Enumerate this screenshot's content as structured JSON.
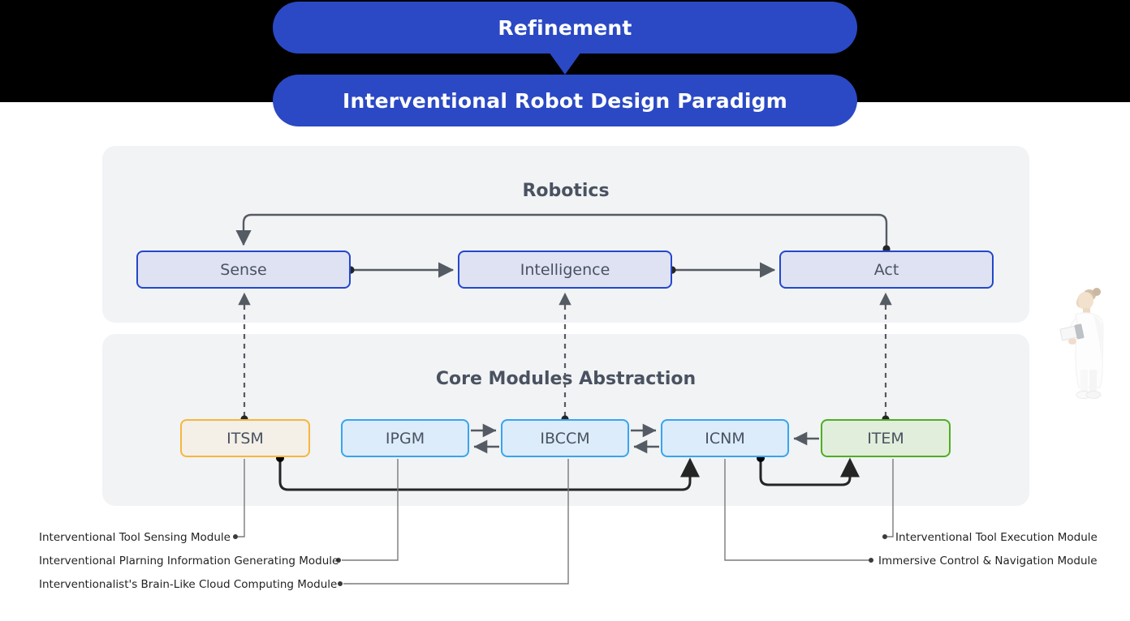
{
  "header": {
    "refinement_label": "Refinement",
    "paradigm_label": "Interventional Robot Design Paradigm",
    "pill_color": "#2b49c4",
    "band_color": "#000000"
  },
  "sections": [
    {
      "id": "robotics",
      "title": "Robotics",
      "panel_color": "#f1f3f5"
    },
    {
      "id": "core",
      "title": "Core Modules Abstraction",
      "panel_color": "#f1f3f5"
    }
  ],
  "robotics": {
    "title": "Robotics",
    "nodes": [
      {
        "id": "sense",
        "label": "Sense",
        "fill": "#dfe2f2",
        "stroke": "#2347cc"
      },
      {
        "id": "intelligence",
        "label": "Intelligence",
        "fill": "#dfe2f2",
        "stroke": "#2347cc"
      },
      {
        "id": "act",
        "label": "Act",
        "fill": "#dfe2f2",
        "stroke": "#2347cc"
      }
    ],
    "edges": [
      {
        "from": "sense",
        "to": "intelligence",
        "style": "solid-arrow"
      },
      {
        "from": "intelligence",
        "to": "act",
        "style": "solid-arrow"
      },
      {
        "from": "act",
        "to": "sense",
        "style": "feedback-loop-top"
      }
    ]
  },
  "core": {
    "title": "Core Modules Abstraction",
    "nodes": [
      {
        "id": "itsm",
        "label": "ITSM",
        "fill": "#f4efe7",
        "stroke": "#f5b63f"
      },
      {
        "id": "ipgm",
        "label": "IPGM",
        "fill": "#dcecfa",
        "stroke": "#36a5f0"
      },
      {
        "id": "ibccm",
        "label": "IBCCM",
        "fill": "#dcecfa",
        "stroke": "#36a5f0"
      },
      {
        "id": "icnm",
        "label": "ICNM",
        "fill": "#dcecfa",
        "stroke": "#36a5f0"
      },
      {
        "id": "item",
        "label": "ITEM",
        "fill": "#e2eedc",
        "stroke": "#4fae25"
      }
    ],
    "edges": [
      {
        "from": "ipgm",
        "to": "ibccm",
        "style": "bidirectional"
      },
      {
        "from": "ibccm",
        "to": "icnm",
        "style": "bidirectional"
      },
      {
        "from": "item",
        "to": "icnm",
        "style": "solid-arrow-left"
      },
      {
        "from": "itsm",
        "to": "icnm",
        "style": "curved-bottom"
      },
      {
        "from": "icnm",
        "to": "item",
        "style": "curved-bottom"
      }
    ]
  },
  "mappings": [
    {
      "robotics_node": "sense",
      "core_node": "itsm",
      "style": "dashed"
    },
    {
      "robotics_node": "intelligence",
      "core_node": "ibccm",
      "style": "dashed"
    },
    {
      "robotics_node": "act",
      "core_node": "item",
      "style": "dashed"
    }
  ],
  "legend": {
    "itsm": "Interventional Tool Sensing Module",
    "ipgm": "Interventional Plarning Information Generating Module",
    "ibccm": "Interventionalist's Brain-Like Cloud Computing Module",
    "item": "Interventional Tool Execution Module",
    "icnm": "Immersive Control & Navigation Module"
  },
  "illustration": {
    "name": "clinician-with-tablet"
  }
}
